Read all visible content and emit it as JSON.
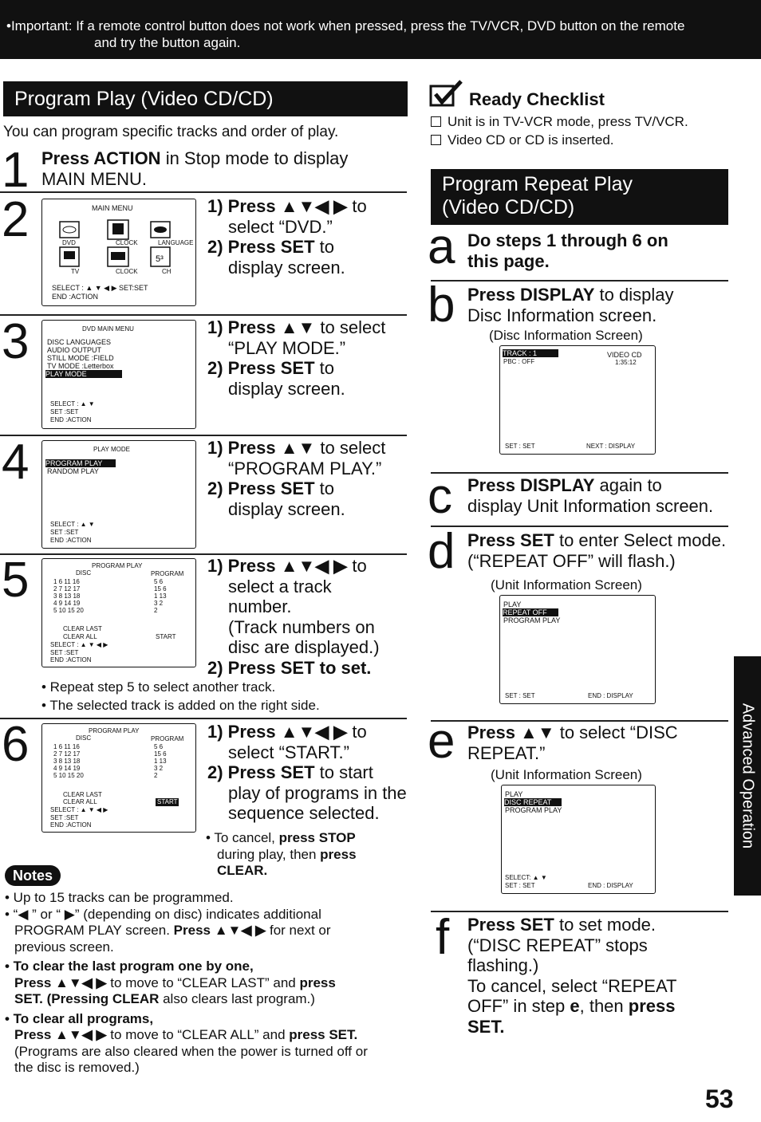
{
  "top_notice": {
    "line1": "•Important:  If a remote control button does not work when pressed, press the TV/VCR, DVD button on the remote",
    "line2": "and try the button again."
  },
  "left": {
    "header": "Program Play (Video CD/CD)",
    "intro": "You can program specific tracks and order of play.",
    "step1": {
      "num": "1",
      "bold": "Press ACTION",
      "rest": " in Stop mode to display MAIN MENU."
    },
    "step2": {
      "num": "2",
      "line1_bold": "1) Press ▲▼◀ ▶",
      "line1_rest": " to",
      "line2": "select “DVD.”",
      "line3_bold": "2) Press SET",
      "line3_rest": " to",
      "line4": "display screen.",
      "screen": {
        "title": "MAIN MENU",
        "labels": [
          "DVD",
          "CLOCK",
          "LANGUAGE",
          "TV",
          "CLOCK",
          "CH"
        ],
        "select": "SELECT : ▲ ▼ ◀ ▶   SET:SET",
        "end": "END    :ACTION"
      }
    },
    "step3": {
      "num": "3",
      "line1_bold": "1) Press ▲▼",
      "line1_rest": " to select",
      "line2": "“PLAY MODE.”",
      "line3_bold": "2) Press SET",
      "line3_rest": " to",
      "line4": "display screen.",
      "screen": {
        "title": "DVD MAIN MENU",
        "rows": [
          "DISC LANGUAGES",
          "AUDIO OUTPUT",
          "STILL MODE      :FIELD",
          "TV MODE          :Letterbox",
          "PLAY MODE"
        ],
        "footer": [
          "SELECT    : ▲ ▼",
          "SET          :SET",
          "END         :ACTION"
        ]
      }
    },
    "step4": {
      "num": "4",
      "line1_bold": "1) Press ▲▼",
      "line1_rest": " to select",
      "line2": "“PROGRAM PLAY.”",
      "line3_bold": "2) Press SET",
      "line3_rest": " to",
      "line4": "display screen.",
      "screen": {
        "title": "PLAY MODE",
        "rows": [
          "PROGRAM PLAY",
          "RANDOM PLAY"
        ],
        "footer": [
          "SELECT    : ▲ ▼",
          "SET          :SET",
          "END         :ACTION"
        ]
      }
    },
    "step5": {
      "num": "5",
      "line1_bold": "1) Press ▲▼◀ ▶",
      "line1_rest": " to",
      "line2": "select a track",
      "line3": "number.",
      "line4": "(Track numbers on",
      "line5": "disc are displayed.)",
      "line6_bold": "2) Press SET",
      "line6_rest": " to set.",
      "screen": {
        "title": "PROGRAM PLAY",
        "disc": "DISC",
        "program": "PROGRAM",
        "grid": [
          "1  6  11  16",
          "2  7  12  17",
          "3  8  13  18",
          "4  9  14  19",
          "5 10  15  20"
        ],
        "prog": [
          "5  6",
          "15  6",
          "1  13",
          "3  2",
          "2"
        ],
        "clear_last": "CLEAR LAST",
        "clear_all": "CLEAR ALL",
        "start": "START",
        "footer": [
          "SELECT    : ▲ ▼ ◀ ▶",
          "SET          :SET",
          "END         :ACTION"
        ]
      },
      "bullets": [
        "• Repeat step 5 to select another track.",
        "• The selected track is added on the right side."
      ]
    },
    "step6": {
      "num": "6",
      "line1_bold": "1) Press ▲▼◀ ▶",
      "line1_rest": " to",
      "line2": "select “START.”",
      "line3_bold": "2) Press SET",
      "line3_rest": " to start",
      "line4": "play of programs in the",
      "line5": "sequence selected.",
      "cancel_pre": "• To cancel, ",
      "cancel_b1": "press STOP",
      "cancel_mid": "during play, then ",
      "cancel_b2": "press",
      "cancel_b3": "CLEAR.",
      "screen": {
        "title": "PROGRAM PLAY",
        "disc": "DISC",
        "program": "PROGRAM",
        "grid": [
          "1  6  11  16",
          "2  7  12  17",
          "3  8  13  18",
          "4  9  14  19",
          "5 10  15  20"
        ],
        "prog": [
          "5  6",
          "15  6",
          "1  13",
          "3  2",
          "2"
        ],
        "clear_last": "CLEAR LAST",
        "clear_all": "CLEAR ALL",
        "start": "START",
        "footer": [
          "SELECT    : ▲ ▼ ◀ ▶",
          "SET          :SET",
          "END         :ACTION"
        ]
      }
    },
    "notes": {
      "label": "Notes",
      "n1": "• Up to 15 tracks can be programmed.",
      "n2a": "• “◀ ” or “ ▶” (depending on disc) indicates additional",
      "n2b_pre": "PROGRAM PLAY screen. ",
      "n2b_bold": "Press ▲▼◀ ▶",
      "n2b_rest": " for next or",
      "n2c": "previous screen.",
      "n3a": "• To clear the last program one by one,",
      "n3b_bold": "Press ▲▼◀ ▶",
      "n3b_rest": " to move to “CLEAR LAST” and ",
      "n3b_bold2": "press",
      "n3c_bold": "SET. (Pressing CLEAR",
      "n3c_rest": " also clears last program.)",
      "n4a": "• To clear all programs,",
      "n4b_bold": "Press ▲▼◀ ▶",
      "n4b_rest": " to move to “CLEAR ALL” and ",
      "n4b_bold2": "press SET.",
      "n4c": "(Programs are also cleared when the power is turned off or",
      "n4d": "the disc is removed.)"
    }
  },
  "right": {
    "checklist": {
      "title": "Ready Checklist",
      "items": [
        "Unit is in TV-VCR mode, press TV/VCR.",
        "Video CD or CD is inserted."
      ]
    },
    "header_line1": "Program Repeat Play",
    "header_line2": "(Video CD/CD)",
    "a": {
      "letter": "a",
      "line1": "Do steps 1 through 6 on",
      "line2": "this page."
    },
    "b": {
      "letter": "b",
      "bold": "Press DISPLAY",
      "rest": " to display",
      "line2": "Disc Information screen.",
      "caption": "(Disc Information Screen)",
      "screen": {
        "track": "TRACK  :  1",
        "pbc": "PBC      : OFF",
        "vcd": "VIDEO CD",
        "time": "1:35:12",
        "set": "SET    : SET",
        "next": "NEXT : DISPLAY"
      }
    },
    "c": {
      "letter": "c",
      "bold": "Press DISPLAY",
      "rest": " again to",
      "line2": "display Unit Information screen."
    },
    "d": {
      "letter": "d",
      "bold": "Press SET",
      "rest": " to enter Select mode.",
      "line2": "(“REPEAT OFF” will flash.)",
      "caption": "(Unit Information Screen)",
      "screen": {
        "r1": "PLAY",
        "r2": "REPEAT OFF",
        "r3": "PROGRAM PLAY",
        "set": "SET    : SET",
        "end": "END : DISPLAY"
      }
    },
    "e": {
      "letter": "e",
      "bold": "Press ▲▼",
      "rest": " to select “DISC",
      "line2": "REPEAT.”",
      "caption": "(Unit Information Screen)",
      "screen": {
        "r1": "PLAY",
        "r2": "DISC REPEAT",
        "r3": "PROGRAM PLAY",
        "select": "SELECT: ▲ ▼",
        "set": "SET    : SET",
        "end": "END : DISPLAY"
      }
    },
    "f": {
      "letter": "f",
      "bold": "Press SET",
      "rest": " to set mode.",
      "line2": "(“DISC REPEAT” stops",
      "line3": "flashing.)",
      "line4": "To cancel, select “REPEAT",
      "line5_pre": "OFF” in step ",
      "line5_bold": "e",
      "line5_mid": ", then ",
      "line5_bold2": "press",
      "line6_bold": "SET."
    },
    "side_tab": "Advanced Operation",
    "page_number": "53"
  }
}
